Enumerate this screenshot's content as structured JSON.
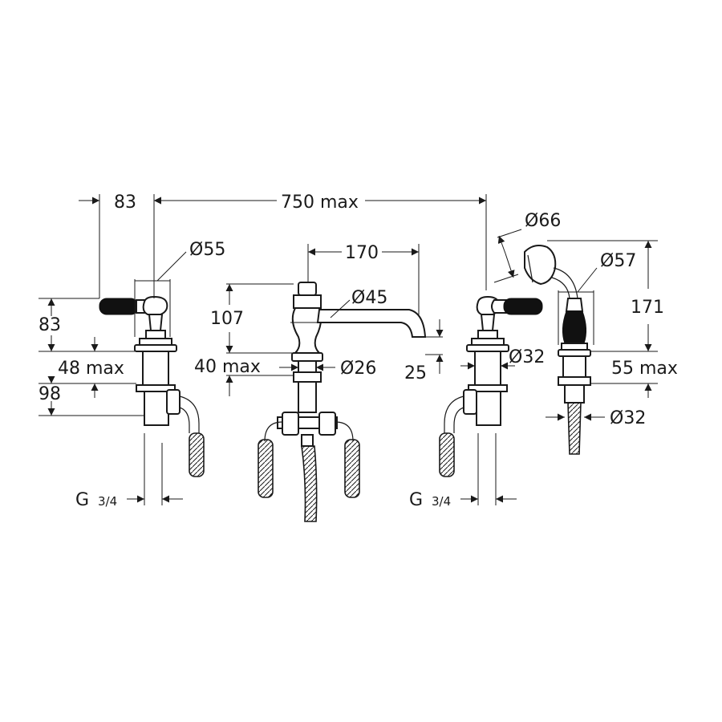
{
  "labels": {
    "tap_offset": "83",
    "overall_width": "750 max",
    "handle_diameter": "Ø55",
    "spout_reach": "170",
    "spout_base_diameter": "Ø45",
    "spout_height": "107",
    "spout_deck_thickness": "40 max",
    "spout_shank_diameter": "Ø26",
    "spout_outlet_drop": "25",
    "tap_height": "83",
    "tap_deck_thickness": "48 max",
    "tap_below_deck": "98",
    "tap_shank_diameter": "Ø32",
    "hand_shower_head_diameter": "Ø66",
    "hand_shower_diameter": "Ø57",
    "hand_shower_height": "171",
    "hand_shower_deck_thickness": "55 max",
    "hand_shower_shank_diameter": "Ø32",
    "thread_left_main": "G",
    "thread_left_frac": "3/4",
    "thread_right_main": "G",
    "thread_right_frac": "3/4"
  },
  "icons": {
    "arrowheads": "arrow-icon"
  }
}
